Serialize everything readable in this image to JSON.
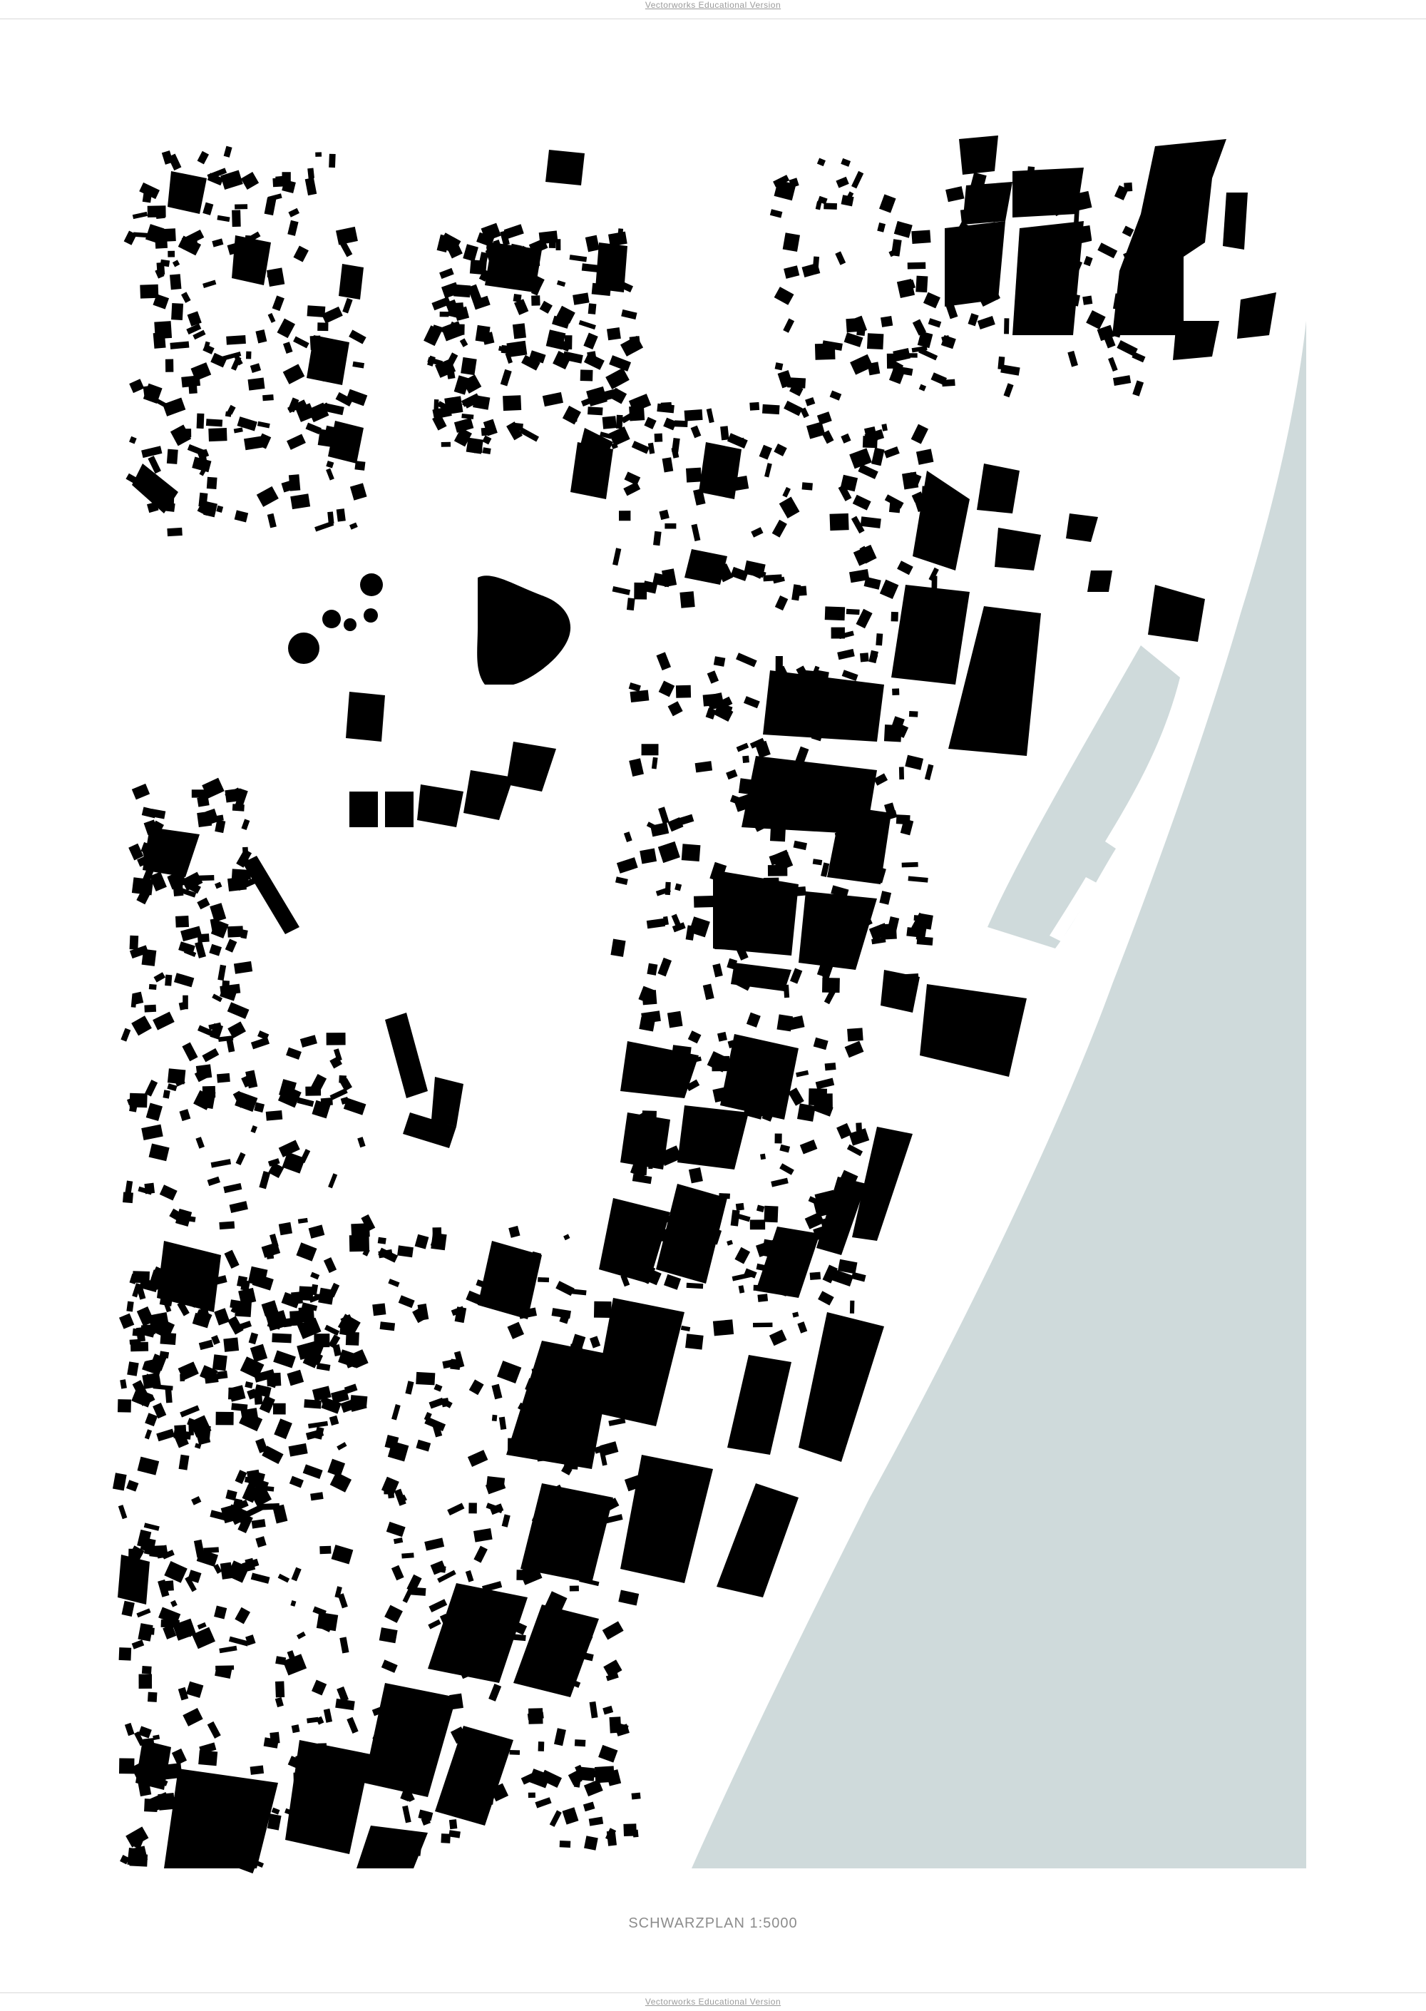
{
  "watermark": {
    "top": "Vectorworks Educational Version",
    "bottom": "Vectorworks Educational Version"
  },
  "caption": "SCHWARZPLAN 1:5000",
  "colors": {
    "water": "#cfdadb",
    "buildings": "#000000",
    "paper": "#ffffff"
  }
}
